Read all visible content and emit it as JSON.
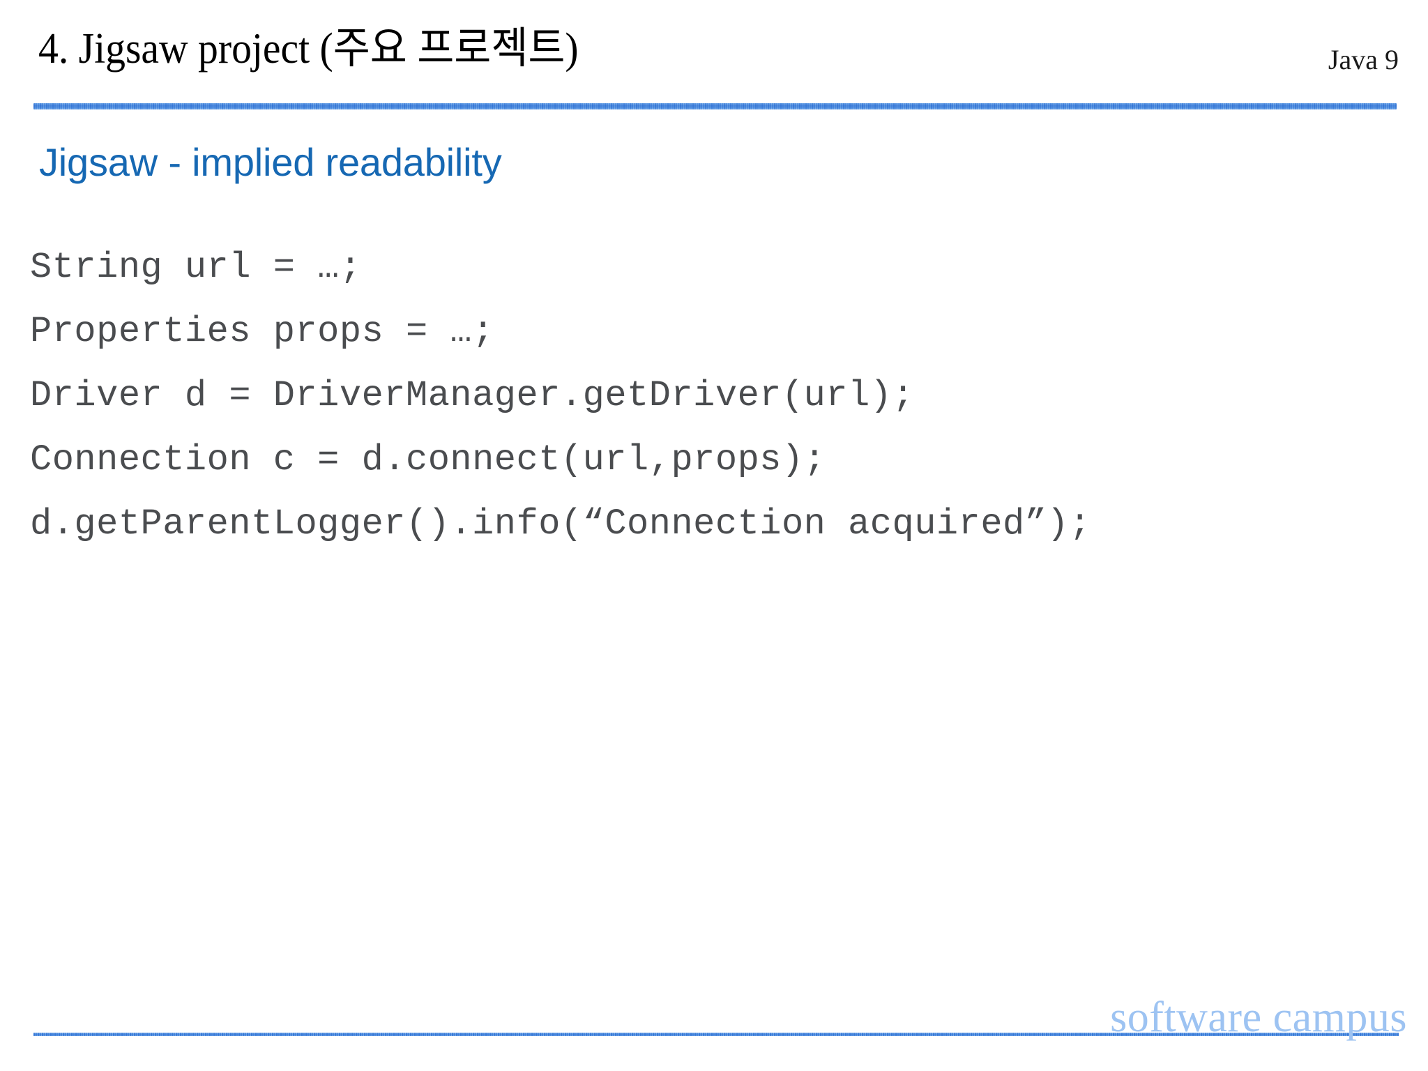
{
  "slide": {
    "title": "4. Jigsaw project (주요 프로젝트)",
    "tag": "Java 9",
    "subtitle": "Jigsaw - implied readability",
    "code_lines": [
      "String url = …;",
      "Properties props = …;",
      "Driver d = DriverManager.getDriver(url);",
      "Connection c = d.connect(url,props);",
      "d.getParentLogger().info(“Connection acquired”);"
    ],
    "brand": "software campus",
    "colors": {
      "accent_blue": "#1668b3",
      "rule_blue": "#7cb1ea",
      "brand_blue": "#9dc3f2",
      "code_gray": "#4a4c4f",
      "title_black": "#000000",
      "background": "#ffffff"
    }
  }
}
